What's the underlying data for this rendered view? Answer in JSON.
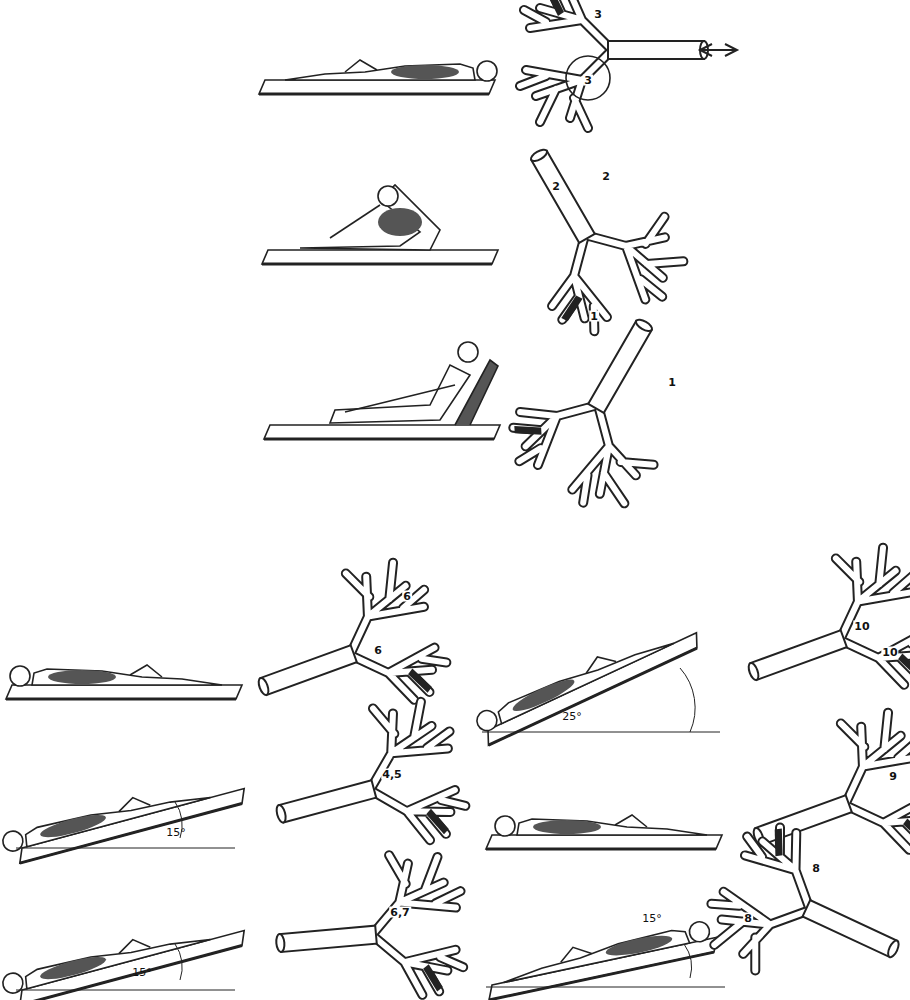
{
  "diagram": {
    "labels": [
      "3",
      "3",
      "2",
      "2",
      "1",
      "1",
      "6",
      "6",
      "25°",
      "10",
      "10",
      "15°",
      "4,5",
      "9",
      "15°",
      "6,7",
      "15°",
      "8",
      "8"
    ]
  }
}
